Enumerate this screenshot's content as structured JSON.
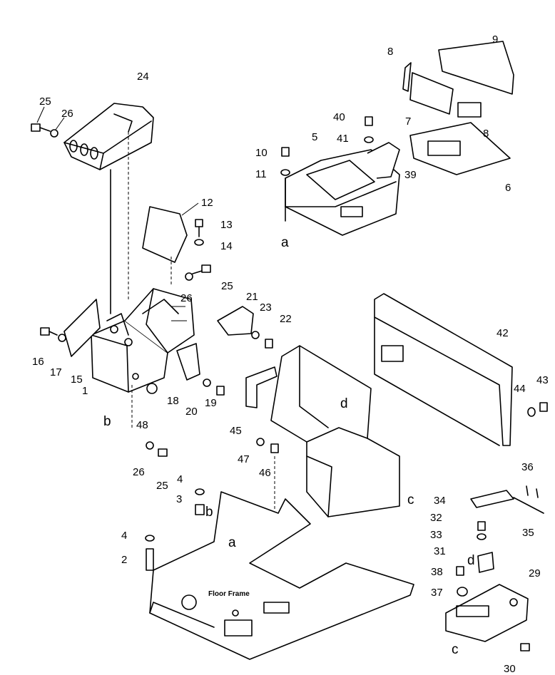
{
  "parts": [
    {
      "id": "p1",
      "text": "1"
    },
    {
      "id": "p2",
      "text": "2"
    },
    {
      "id": "p3",
      "text": "3"
    },
    {
      "id": "p4a",
      "text": "4"
    },
    {
      "id": "p4b",
      "text": "4"
    },
    {
      "id": "p5",
      "text": "5"
    },
    {
      "id": "p6",
      "text": "6"
    },
    {
      "id": "p7",
      "text": "7"
    },
    {
      "id": "p8a",
      "text": "8"
    },
    {
      "id": "p8b",
      "text": "8"
    },
    {
      "id": "p9",
      "text": "9"
    },
    {
      "id": "p10",
      "text": "10"
    },
    {
      "id": "p11",
      "text": "11"
    },
    {
      "id": "p12",
      "text": "12"
    },
    {
      "id": "p13",
      "text": "13"
    },
    {
      "id": "p14",
      "text": "14"
    },
    {
      "id": "p15",
      "text": "15"
    },
    {
      "id": "p16",
      "text": "16"
    },
    {
      "id": "p17",
      "text": "17"
    },
    {
      "id": "p18",
      "text": "18"
    },
    {
      "id": "p19",
      "text": "19"
    },
    {
      "id": "p20",
      "text": "20"
    },
    {
      "id": "p21",
      "text": "21"
    },
    {
      "id": "p22",
      "text": "22"
    },
    {
      "id": "p23",
      "text": "23"
    },
    {
      "id": "p24",
      "text": "24"
    },
    {
      "id": "p25a",
      "text": "25"
    },
    {
      "id": "p25b",
      "text": "25"
    },
    {
      "id": "p25c",
      "text": "25"
    },
    {
      "id": "p26a",
      "text": "26"
    },
    {
      "id": "p26b",
      "text": "26"
    },
    {
      "id": "p26c",
      "text": "26"
    },
    {
      "id": "p29",
      "text": "29"
    },
    {
      "id": "p30",
      "text": "30"
    },
    {
      "id": "p31",
      "text": "31"
    },
    {
      "id": "p32",
      "text": "32"
    },
    {
      "id": "p33",
      "text": "33"
    },
    {
      "id": "p34",
      "text": "34"
    },
    {
      "id": "p35",
      "text": "35"
    },
    {
      "id": "p36",
      "text": "36"
    },
    {
      "id": "p37",
      "text": "37"
    },
    {
      "id": "p38",
      "text": "38"
    },
    {
      "id": "p39",
      "text": "39"
    },
    {
      "id": "p40",
      "text": "40"
    },
    {
      "id": "p41",
      "text": "41"
    },
    {
      "id": "p42",
      "text": "42"
    },
    {
      "id": "p43",
      "text": "43"
    },
    {
      "id": "p44",
      "text": "44"
    },
    {
      "id": "p45",
      "text": "45"
    },
    {
      "id": "p46",
      "text": "46"
    },
    {
      "id": "p47",
      "text": "47"
    },
    {
      "id": "p48",
      "text": "48"
    }
  ],
  "refs": {
    "a1": "a",
    "a2": "a",
    "b1": "b",
    "b2": "b",
    "c1": "c",
    "c2": "c",
    "d1": "d",
    "d2": "d"
  },
  "floor_frame_label": "Floor Frame"
}
